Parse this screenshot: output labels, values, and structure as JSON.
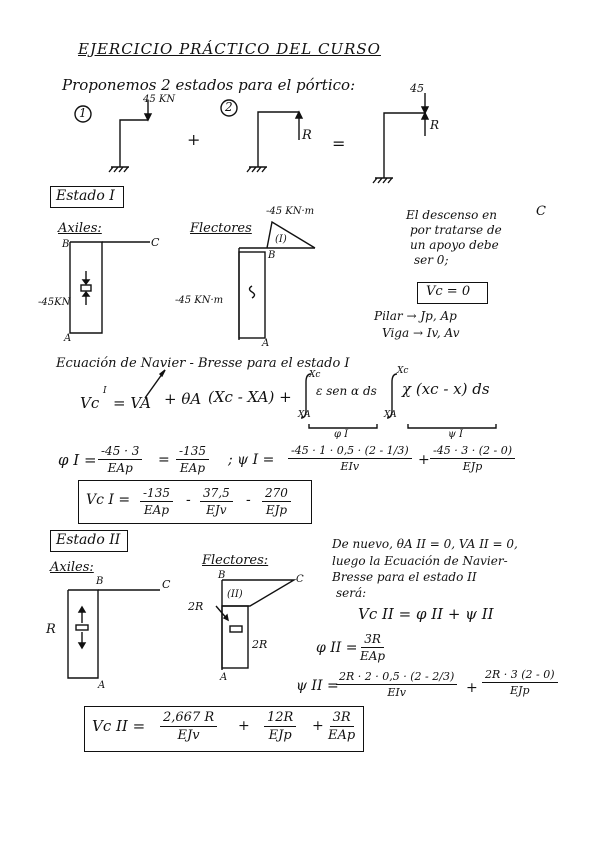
{
  "header": {
    "title": "EJERCICIO PRÁCTICO DEL CURSO",
    "intro": "Proponemos 2 estados para el pórtico:"
  },
  "states_overview": {
    "state1_label": "1",
    "state2_label": "2",
    "load1": "45 KN",
    "reaction_label": "R",
    "plus": "+",
    "equals": "=",
    "load3": "45",
    "reaction3": "R"
  },
  "estado1": {
    "title": "Estado I",
    "axiles_title": "Axiles:",
    "flectores_title": "Flectores",
    "axil_value": "-45KN",
    "node_B": "B",
    "node_C": "C",
    "node_A": "A",
    "moment_top": "-45 KN·m",
    "moment_left": "-45 KN·m",
    "region": "(I)",
    "note_lines": [
      "El descenso en",
      "por tratarse de",
      "un apoyo debe",
      "ser 0;"
    ],
    "note_C": "C",
    "vc_zero": "Vc = 0",
    "pilar_line": "Pilar → Jp, Ap",
    "viga_line": "Viga → Iv, Av",
    "equation_title": "Ecuación de Navier - Bresse para el estado I",
    "main_eq_lhs": "Vc",
    "main_eq_sup": "I",
    "main_eq_rhs1": "= VA",
    "main_eq_rhs2": "+ θA",
    "main_eq_rhs3": "(Xc - XA) +",
    "integral1": "ε sen α ds",
    "integral2": "χ (xc - x) ds",
    "int_upper": "Xc",
    "int_lower": "XA",
    "phi_label": "φ I",
    "psi_label": "ψ I",
    "phi_eq_lhs": "φ I =",
    "phi_frac1_n": "-45 · 3",
    "phi_frac1_d": "EAp",
    "phi_eq_mid": "=",
    "phi_frac2_n": "-135",
    "phi_frac2_d": "EAp",
    "psi_eq_lhs": "; ψ I =",
    "psi_frac1_n": "-45 · 1 · 0,5 · (2 - 1/3)",
    "psi_frac1_d": "EIv",
    "psi_plus": "+",
    "psi_frac2_n": "-45 · 3 · (2 - 0)",
    "psi_frac2_d": "EJp",
    "result_lhs": "Vc I =",
    "result_f1_n": "-135",
    "result_f1_d": "EAp",
    "result_minus1": "-",
    "result_f2_n": "37,5",
    "result_f2_d": "EJv",
    "result_minus2": "-",
    "result_f3_n": "270",
    "result_f3_d": "EJp"
  },
  "estado2": {
    "title": "Estado II",
    "axiles_title": "Axiles:",
    "flectores_title": "Flectores:",
    "axil_R": "R",
    "node_B": "B",
    "node_C": "C",
    "node_A": "A",
    "moment_2R_left": "2R",
    "moment_2R_right": "2R",
    "region": "(II)",
    "text_lines": [
      "De nuevo, θA II = 0, VA II = 0,",
      "luego la Ecuación de Navier-",
      "Bresse para el estado II",
      "será:"
    ],
    "vc_eq": "Vc II = φ II + ψ II",
    "phi_lhs": "φ II =",
    "phi_n": "3R",
    "phi_d": "EAp",
    "psi_lhs": "ψ II =",
    "psi_f1_n": "2R · 2 · 0,5 · (2 - 2/3)",
    "psi_f1_d": "EIv",
    "psi_plus": "+",
    "psi_f2_n": "2R · 3 (2 - 0)",
    "psi_f2_d": "EJp",
    "result_lhs": "Vc II =",
    "result_f1_n": "2,667 R",
    "result_f1_d": "EJv",
    "result_plus1": "+",
    "result_f2_n": "12R",
    "result_f2_d": "EJp",
    "result_plus2": "+",
    "result_f3_n": "3R",
    "result_f3_d": "EAp"
  }
}
